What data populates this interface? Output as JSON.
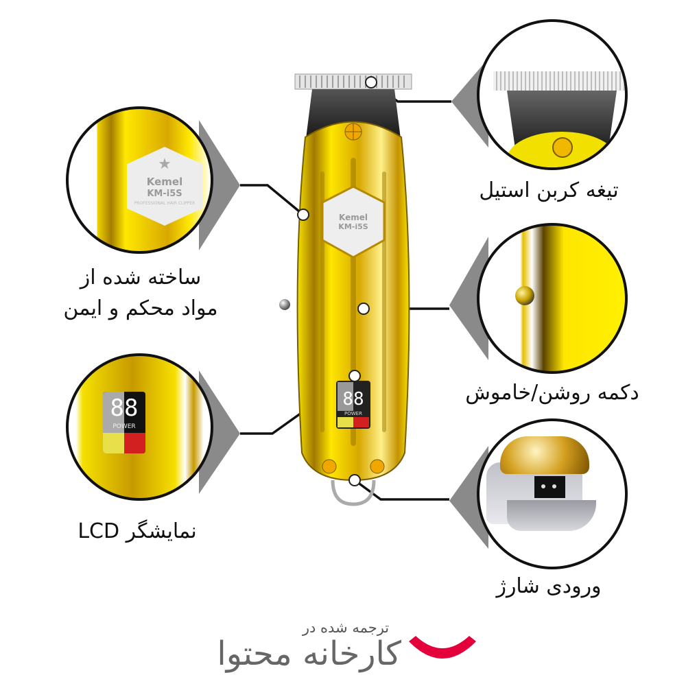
{
  "product": {
    "brand": "Kemel",
    "model": "KM-i5S",
    "tagline": "PROFESSIONAL HAIR CLIPPER",
    "lcd_digits": "88",
    "lcd_label": "POWER"
  },
  "callouts": [
    {
      "id": "blade",
      "label": "تیغه کربن استیل",
      "side": "right"
    },
    {
      "id": "material",
      "label_line1": "ساخته شده از",
      "label_line2": "مواد محکم و ایمن",
      "side": "left"
    },
    {
      "id": "power-button",
      "label": "دکمه روشن/خاموش",
      "side": "right"
    },
    {
      "id": "lcd",
      "label": "نمایشگر LCD",
      "side": "left"
    },
    {
      "id": "charging-port",
      "label": "ورودی شارژ",
      "side": "right"
    }
  ],
  "footer": {
    "small": "ترجمه شده در",
    "big": "کارخانه محتوا",
    "logo_color": "#e4003a"
  },
  "colors": {
    "gold": "#f2d000",
    "gold_dark": "#b58a00",
    "callout_line": "#111111",
    "cone": "#8a8a8a"
  }
}
